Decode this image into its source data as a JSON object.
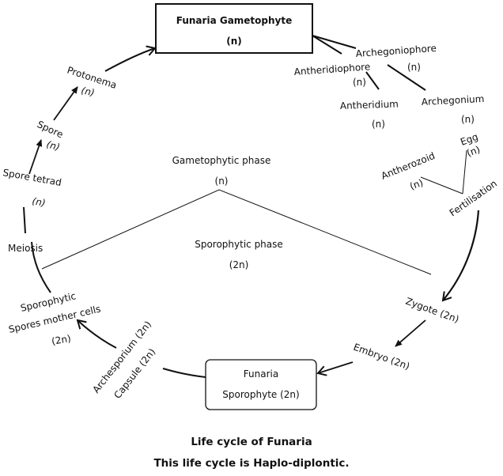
{
  "gametophyte_box": {
    "title": "Funaria Gametophyte",
    "ploidy": "(n)"
  },
  "sporophyte_box": {
    "title": "Funaria",
    "subtitle": "Sporophyte (2n)"
  },
  "phases": {
    "gametophytic": {
      "label": "Gametophytic phase",
      "ploidy": "(n)"
    },
    "sporophytic": {
      "label": "Sporophytic phase",
      "ploidy": "(2n)"
    }
  },
  "stages": {
    "archegoniophore": {
      "label": "Archegoniophore",
      "ploidy": "(n)"
    },
    "antheridiophore": {
      "label": "Antheridiophore",
      "ploidy": "(n)"
    },
    "antheridium": {
      "label": "Antheridium",
      "ploidy": "(n)"
    },
    "archegonium": {
      "label": "Archegonium",
      "ploidy": "(n)"
    },
    "egg": {
      "label": "Egg",
      "ploidy": "(n)"
    },
    "antherozoid": {
      "label": "Antherozoid",
      "ploidy": "(n)"
    },
    "fertilisation": {
      "label": "Fertilisation"
    },
    "zygote": {
      "label": "Zygote (2n)"
    },
    "embryo": {
      "label": "Embryo (2n)"
    },
    "capsule": {
      "label": "Capsule (2n)"
    },
    "archesporium": {
      "label": "Archesporium (2n)"
    },
    "spore_mother_cells": {
      "line1": "Sporophytic",
      "line2": "Spores mother cells",
      "ploidy": "(2n)"
    },
    "meiosis": {
      "label": "Meiosis"
    },
    "spore_tetrad": {
      "label": "Spore tetrad",
      "ploidy": "(n)"
    },
    "spore": {
      "label": "Spore",
      "ploidy": "(n)"
    },
    "protonema": {
      "label": "Protonema",
      "ploidy": "(n)"
    }
  },
  "caption": {
    "line1": "Life cycle of Funaria",
    "line2": "This life cycle  is Haplo-diplontic."
  }
}
